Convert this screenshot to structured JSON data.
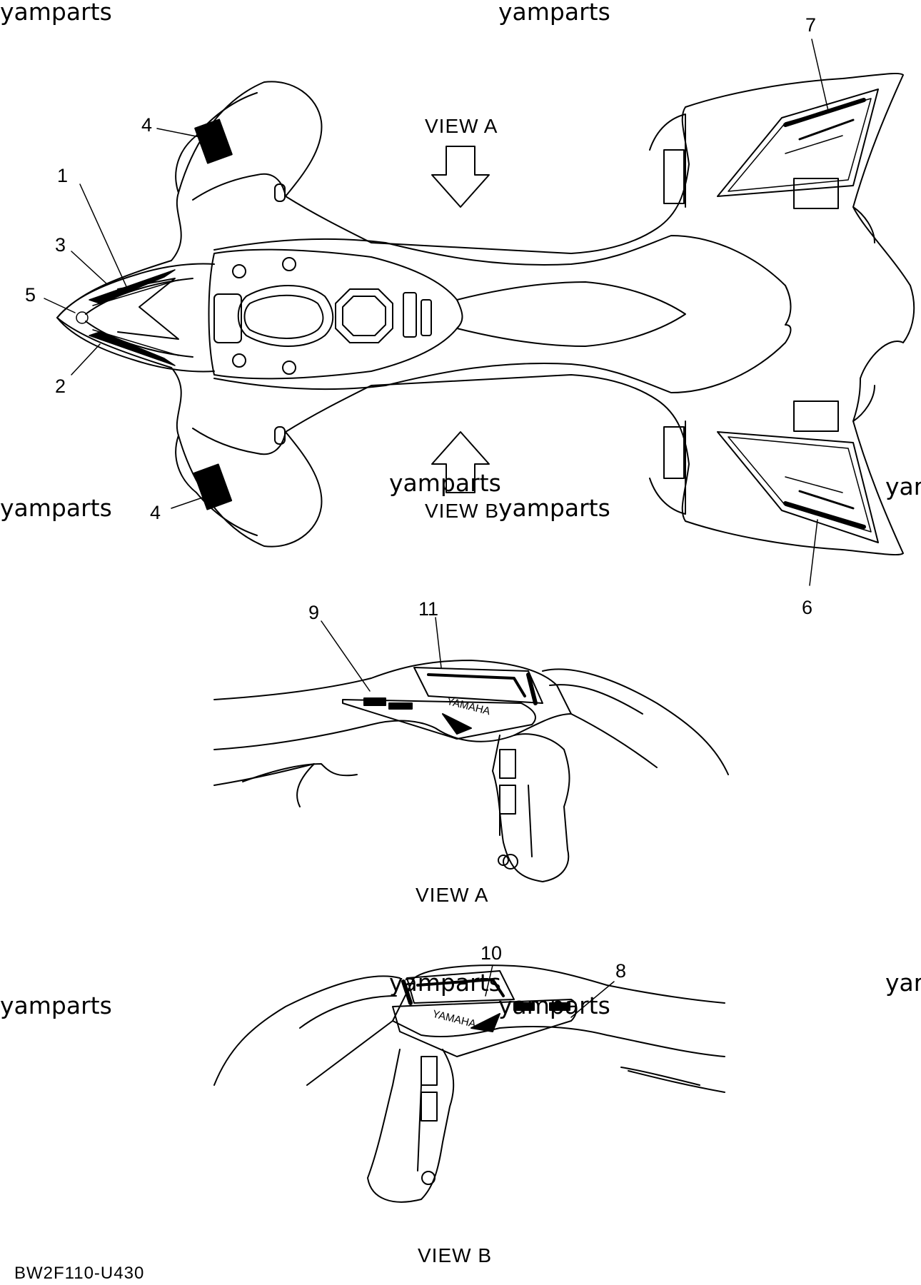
{
  "watermark": "yamparts",
  "watermark_cut": "yar",
  "views": {
    "a_arrow_label": "VIEW A",
    "b_arrow_label": "VIEW B",
    "a_title": "VIEW A",
    "b_title": "VIEW B"
  },
  "callouts": {
    "c1": "1",
    "c2": "2",
    "c3": "3",
    "c4_upper": "4",
    "c4_lower": "4",
    "c5": "5",
    "c6": "6",
    "c7": "7",
    "c8": "8",
    "c9": "9",
    "c10": "10",
    "c11": "11"
  },
  "decal_text": {
    "yamaha": "YAMAHA"
  },
  "diagram_code": "BW2F110-U430"
}
